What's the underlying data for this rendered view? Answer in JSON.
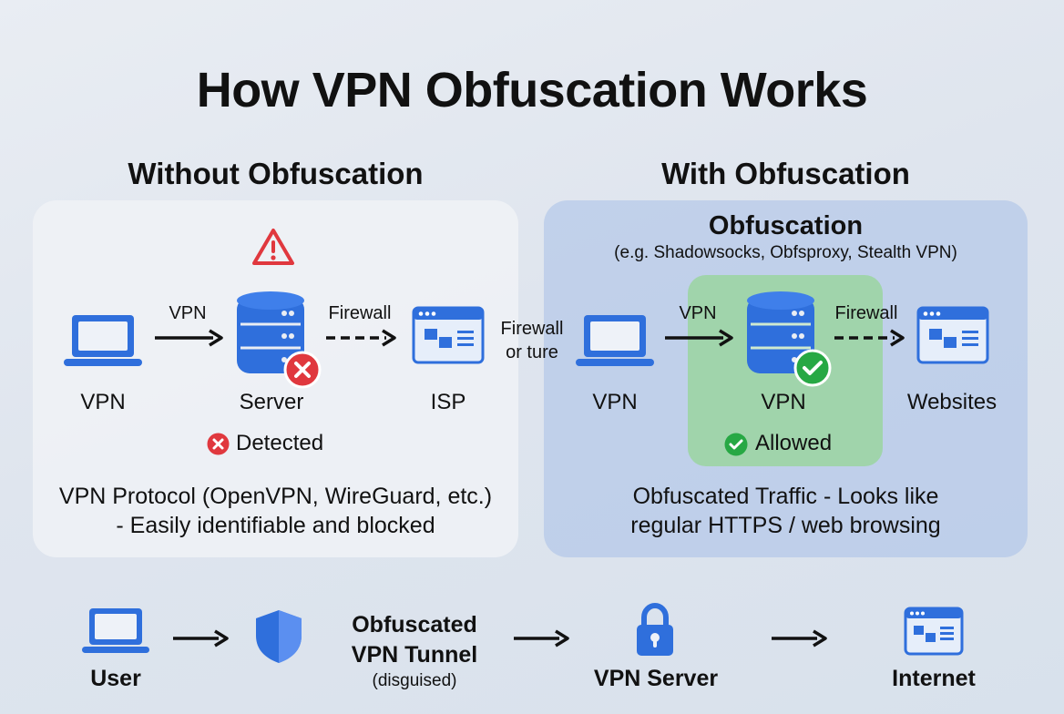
{
  "title": "How VPN Obfuscation Works",
  "left": {
    "heading": "Without Obfuscation",
    "arrow1_label": "VPN",
    "arrow2_label": "Firewall",
    "node1_label": "VPN",
    "node2_label": "Server",
    "node3_label": "ISP",
    "status_label": "Detected",
    "desc_line1": "VPN Protocol (OpenVPN, WireGuard, etc.)",
    "desc_line2": "- Easily identifiable and blocked"
  },
  "middle": {
    "line1": "Firewall",
    "line2": "or ture"
  },
  "right": {
    "heading": "With Obfuscation",
    "subheading": "Obfuscation",
    "examples": "(e.g. Shadowsocks, Obfsproxy, Stealth VPN)",
    "arrow1_label": "VPN",
    "arrow2_label": "Firewall",
    "node1_label": "VPN",
    "node2_label": "VPN",
    "node3_label": "Websites",
    "status_label": "Allowed",
    "desc_line1": "Obfuscated Traffic - Looks like",
    "desc_line2": "regular HTTPS / web browsing"
  },
  "flow": {
    "user_label": "User",
    "tunnel_line1": "Obfuscated",
    "tunnel_line2": "VPN Tunnel",
    "tunnel_note": "(disguised)",
    "server_label": "VPN Server",
    "internet_label": "Internet"
  },
  "colors": {
    "icon_blue": "#2f6fdc",
    "alert_red": "#e0383e",
    "ok_green": "#27a844",
    "green_box": "#96d696",
    "right_panel": "#a8c0e8"
  }
}
